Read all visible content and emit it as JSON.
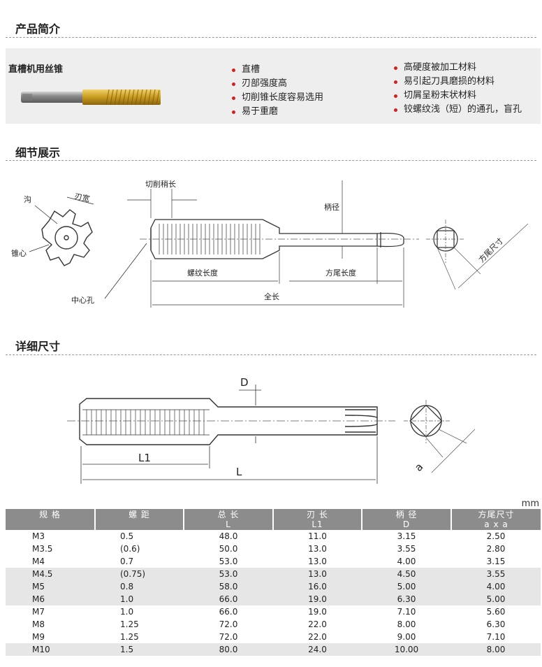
{
  "sections": {
    "intro": "产品简介",
    "detail": "细节展示",
    "dimensions": "详细尺寸"
  },
  "product": {
    "name": "直槽机用丝锥",
    "features_left": [
      "直槽",
      "刃部强度高",
      "切削锥长度容易选用",
      "易于重磨"
    ],
    "features_right": [
      "高硬度被加工材料",
      "易引起刀具磨损的材料",
      "切屑呈粉末状材料",
      "铰螺纹浅（短）的通孔，盲孔"
    ]
  },
  "detail_labels": {
    "groove": "沟",
    "land_width": "刃宽",
    "core": "锥心",
    "center_hole": "中心孔",
    "chamfer_length": "切削稍长",
    "shank_dia": "柄径",
    "thread_length": "螺纹长度",
    "square_length": "方尾长度",
    "overall_length": "全长",
    "square_size": "方尾尺寸"
  },
  "dim_labels": {
    "D": "D",
    "L1": "L1",
    "L": "L",
    "a": "a"
  },
  "table": {
    "unit": "mm",
    "headers": [
      {
        "top": "规 格",
        "bottom": ""
      },
      {
        "top": "螺 距",
        "bottom": ""
      },
      {
        "top": "总 长",
        "bottom": "L"
      },
      {
        "top": "刃 长",
        "bottom": "L1"
      },
      {
        "top": "柄 径",
        "bottom": "D"
      },
      {
        "top": "方尾尺寸",
        "bottom": "a x a"
      }
    ],
    "rows": [
      [
        "M3",
        "0.5",
        "48.0",
        "11.0",
        "3.15",
        "2.50"
      ],
      [
        "M3.5",
        "(0.6)",
        "50.0",
        "13.0",
        "3.55",
        "2.80"
      ],
      [
        "M4",
        "0.7",
        "53.0",
        "13.0",
        "4.00",
        "3.15"
      ],
      [
        "M4.5",
        "(0.75)",
        "53.0",
        "13.0",
        "4.50",
        "3.55"
      ],
      [
        "M5",
        "0.8",
        "58.0",
        "16.0",
        "5.00",
        "4.00"
      ],
      [
        "M6",
        "1.0",
        "66.0",
        "19.0",
        "6.30",
        "5.00"
      ],
      [
        "M7",
        "1.0",
        "66.0",
        "19.0",
        "7.10",
        "5.60"
      ],
      [
        "M8",
        "1.25",
        "72.0",
        "22.0",
        "8.00",
        "6.30"
      ],
      [
        "M9",
        "1.25",
        "72.0",
        "22.0",
        "9.00",
        "7.10"
      ],
      [
        "M10",
        "1.5",
        "80.0",
        "24.0",
        "10.00",
        "8.00"
      ]
    ]
  }
}
